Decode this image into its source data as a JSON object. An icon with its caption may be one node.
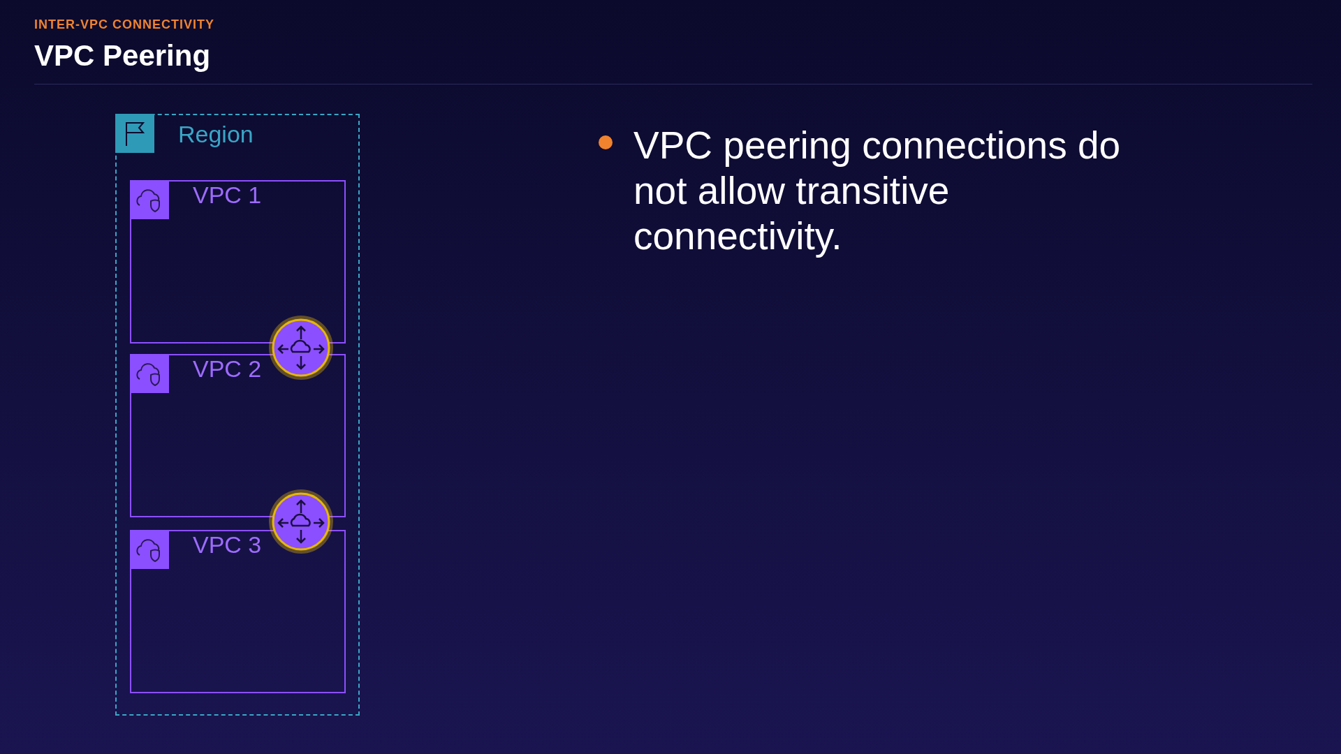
{
  "diagram": {
    "title": "VPC Peering",
    "nodes": [
      {
        "text": [
          "Region"
        ]
      },
      {
        "text": [
          "VPC 1"
        ],
        "in": 0
      },
      {
        "text": [
          "VPC 2"
        ],
        "in": 0
      },
      {
        "text": [
          "VPC 3"
        ],
        "in": 0
      },
      {
        "text": [],
        "shape": "circle",
        "in": 0
      },
      {
        "text": [],
        "shape": "circle",
        "in": 0
      }
    ],
    "labels": [
      "INTER-VPC CONNECTIVITY",
      "VPC peering connections do not allow transitive connectivity."
    ]
  }
}
